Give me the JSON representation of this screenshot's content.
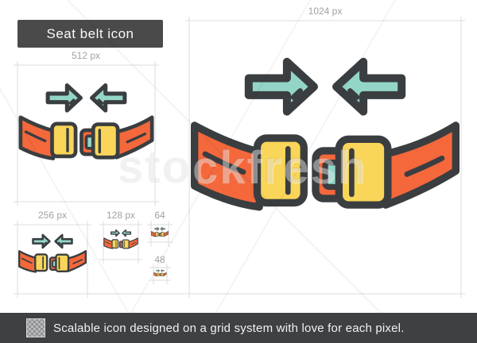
{
  "header": {
    "title": "Seat belt icon"
  },
  "watermark": {
    "text": "stockfresh"
  },
  "artboards": [
    {
      "label": "1024 px",
      "size": 1024
    },
    {
      "label": "512 px",
      "size": 512
    },
    {
      "label": "256 px",
      "size": 256
    },
    {
      "label": "128 px",
      "size": 128
    },
    {
      "label": "64",
      "size": 64
    },
    {
      "label": "48",
      "size": 48
    }
  ],
  "footer": {
    "text": "Scalable icon designed on a grid system with love for each pixel."
  },
  "icon": {
    "name": "seat-belt-icon",
    "colors": {
      "outline": "#3a3e40",
      "belt_orange": "#f4683c",
      "buckle_yellow": "#f9d559",
      "accent_teal": "#93d6c8",
      "guide_gray": "#dcdcdc",
      "title_bar_gray": "#4a4a4b",
      "footer_bar_gray": "#3e4041"
    }
  }
}
